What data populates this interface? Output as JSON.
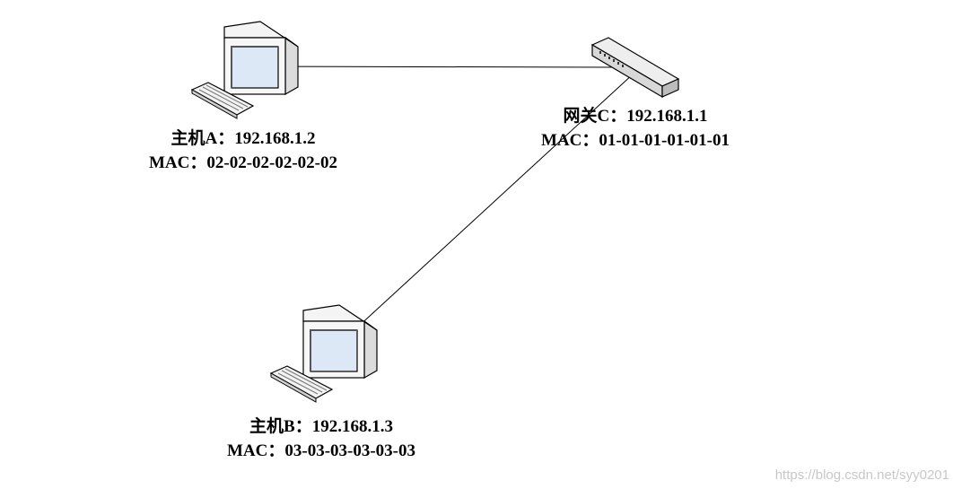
{
  "nodes": {
    "host_a": {
      "name": "主机A",
      "ip": "192.168.1.2",
      "mac_label": "MAC",
      "mac": "02-02-02-02-02-02"
    },
    "gateway_c": {
      "name": "网关C",
      "ip": "192.168.1.1",
      "mac_label": "MAC",
      "mac": "01-01-01-01-01-01"
    },
    "host_b": {
      "name": "主机B",
      "ip": "192.168.1.3",
      "mac_label": "MAC",
      "mac": "03-03-03-03-03-03"
    }
  },
  "watermark": "https://blog.csdn.net/syy0201",
  "colors": {
    "line": "#000000",
    "monitor_screen": "#dce8f5",
    "device_body": "#f2f2f2"
  }
}
